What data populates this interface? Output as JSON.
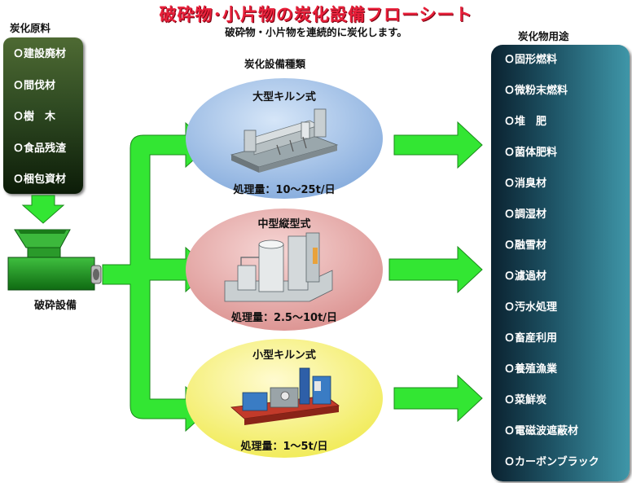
{
  "title": "破砕物･小片物の炭化設備フローシート",
  "subtitle": "破砕物・小片物を連続的に炭化します。",
  "raw_materials": {
    "header": "炭化原料",
    "items": [
      "Ｏ建設廃材",
      "Ｏ間伐材",
      "Ｏ樹　木",
      "Ｏ食品残渣",
      "Ｏ梱包資材"
    ]
  },
  "crusher": {
    "label": "破砕設備"
  },
  "equipment": {
    "header": "炭化設備種類",
    "types": [
      {
        "name": "大型キルン式",
        "capacity": "処理量：10～25t/日",
        "color": "#8fb4e3"
      },
      {
        "name": "中型縦型式",
        "capacity": "処理量：2.5～10t/日",
        "color": "#e29a98"
      },
      {
        "name": "小型キルン式",
        "capacity": "処理量：1～5t/日",
        "color": "#f3f06a"
      }
    ]
  },
  "uses": {
    "header": "炭化物用途",
    "items": [
      "Ｏ固形燃料",
      "Ｏ微粉末燃料",
      "Ｏ堆　肥",
      "Ｏ菌体肥料",
      "Ｏ消臭材",
      "Ｏ調湿材",
      "Ｏ融雪材",
      "Ｏ濾過材",
      "Ｏ汚水処理",
      "Ｏ畜産利用",
      "Ｏ養殖漁業",
      "Ｏ菜鮮炭",
      "Ｏ電磁波遮蔽材",
      "Ｏカーボンブラック"
    ]
  },
  "colors": {
    "arrow": "#33e633",
    "arrow_stroke": "#1a8a1a",
    "title": "#e8203a"
  }
}
